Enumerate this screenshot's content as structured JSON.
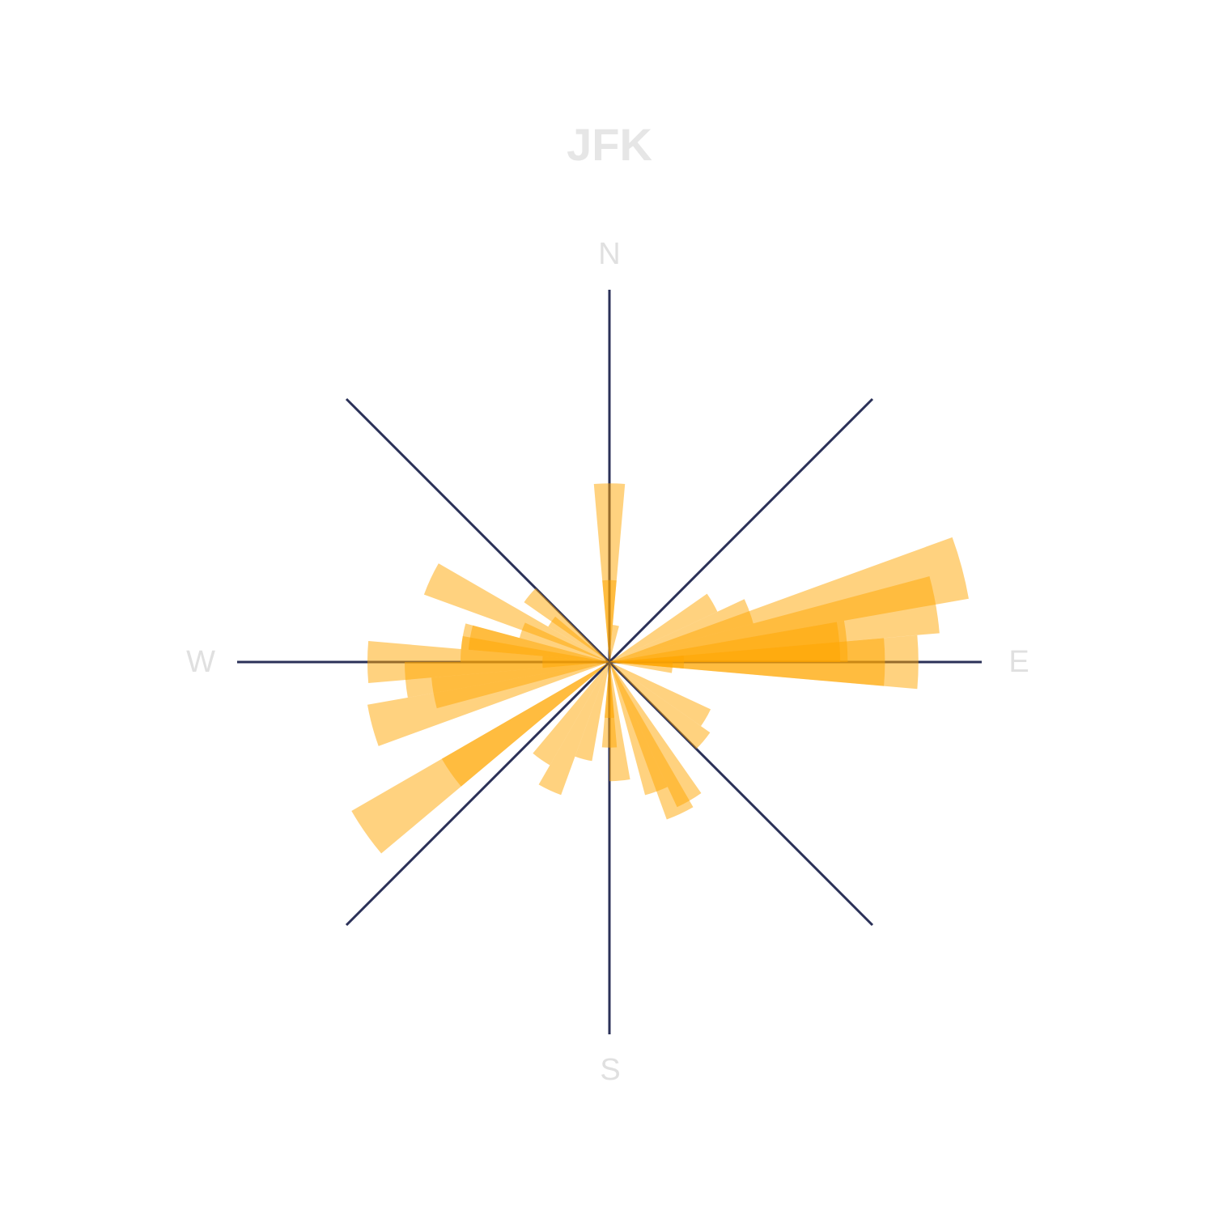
{
  "chart_data": {
    "type": "polar-bar",
    "title": "JFK",
    "compass": {
      "N": "N",
      "E": "E",
      "S": "S",
      "W": "W"
    },
    "axis_color": "#2b3158",
    "bar_color": "#ffa500",
    "bar_opacity": 0.5,
    "rmax": 100,
    "bin_width_deg": 10,
    "sectors": [
      {
        "theta": 0,
        "r": 48
      },
      {
        "theta": 10,
        "r": 10
      },
      {
        "theta": 60,
        "r": 32
      },
      {
        "theta": 70,
        "r": 40
      },
      {
        "theta": 75,
        "r": 98
      },
      {
        "theta": 80,
        "r": 89
      },
      {
        "theta": 85,
        "r": 64
      },
      {
        "theta": 85,
        "r": 62
      },
      {
        "theta": 90,
        "r": 83
      },
      {
        "theta": 90,
        "r": 74
      },
      {
        "theta": 95,
        "r": 17
      },
      {
        "theta": 120,
        "r": 30
      },
      {
        "theta": 130,
        "r": 33
      },
      {
        "theta": 150,
        "r": 43
      },
      {
        "theta": 160,
        "r": 37
      },
      {
        "theta": 155,
        "r": 45
      },
      {
        "theta": 175,
        "r": 32
      },
      {
        "theta": 180,
        "r": 23
      },
      {
        "theta": 195,
        "r": 27
      },
      {
        "theta": 205,
        "r": 38
      },
      {
        "theta": 215,
        "r": 32
      },
      {
        "theta": 235,
        "r": 52
      },
      {
        "theta": 235,
        "r": 80
      },
      {
        "theta": 255,
        "r": 66
      },
      {
        "theta": 260,
        "r": 48
      },
      {
        "theta": 265,
        "r": 55
      },
      {
        "theta": 270,
        "r": 65
      },
      {
        "theta": 275,
        "r": 40
      },
      {
        "theta": 280,
        "r": 40
      },
      {
        "theta": 280,
        "r": 38
      },
      {
        "theta": 290,
        "r": 25
      },
      {
        "theta": 295,
        "r": 53
      },
      {
        "theta": 305,
        "r": 19
      },
      {
        "theta": 310,
        "r": 28
      },
      {
        "theta": 0,
        "r": 22
      },
      {
        "theta": 90,
        "r": 20
      },
      {
        "theta": 180,
        "r": 15
      },
      {
        "theta": 270,
        "r": 18
      }
    ]
  }
}
